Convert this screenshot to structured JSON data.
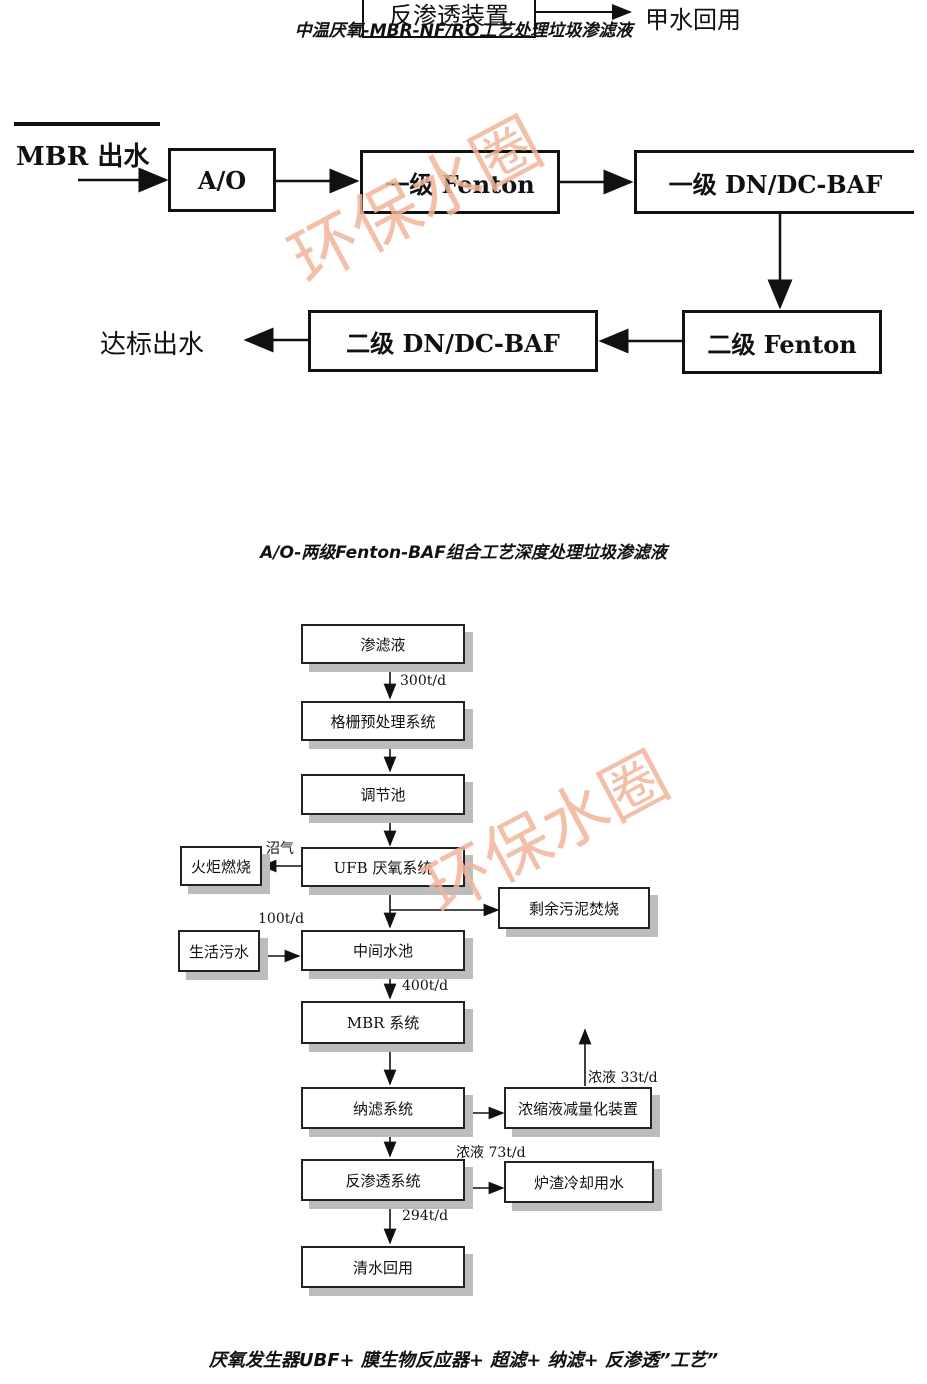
{
  "top_fragment": {
    "box_text": "反渗透装置",
    "arrow_label": "甲水回用",
    "caption": "中温厌氧-MBR-NF/RO工艺处理垃圾渗滤液"
  },
  "diagram1": {
    "input_label": "MBR 出水",
    "ao": "A/O",
    "fenton1": "一级 Fenton",
    "baf1": "一级 DN/DC-BAF",
    "fenton2": "二级 Fenton",
    "baf2": "二级 DN/DC-BAF",
    "output": "达标出水",
    "caption": "A/O-两级Fenton-BAF组合工艺深度处理垃圾渗滤液"
  },
  "diagram2": {
    "leachate": "渗滤液",
    "flow_300": "300t/d",
    "screen": "格栅预处理系统",
    "equalization": "调节池",
    "biogas": "沼气",
    "flare": "火炬燃烧",
    "ufb": "UFB 厌氧系统",
    "sludge": "剩余污泥焚烧",
    "flow_100": "100t/d",
    "domestic": "生活污水",
    "mid_tank": "中间水池",
    "flow_400": "400t/d",
    "mbr": "MBR 系统",
    "conc_33": "浓液 33t/d",
    "nf": "纳滤系统",
    "reduction": "浓缩液减量化装置",
    "conc_73": "浓液 73t/d",
    "ro": "反渗透系统",
    "slag": "炉渣冷却用水",
    "flow_294": "294t/d",
    "reuse": "清水回用",
    "caption": "厌氧发生器UBF+ 膜生物反应器+ 超滤+ 纳滤+ 反渗透”工艺”"
  },
  "watermark": "环保水圈"
}
